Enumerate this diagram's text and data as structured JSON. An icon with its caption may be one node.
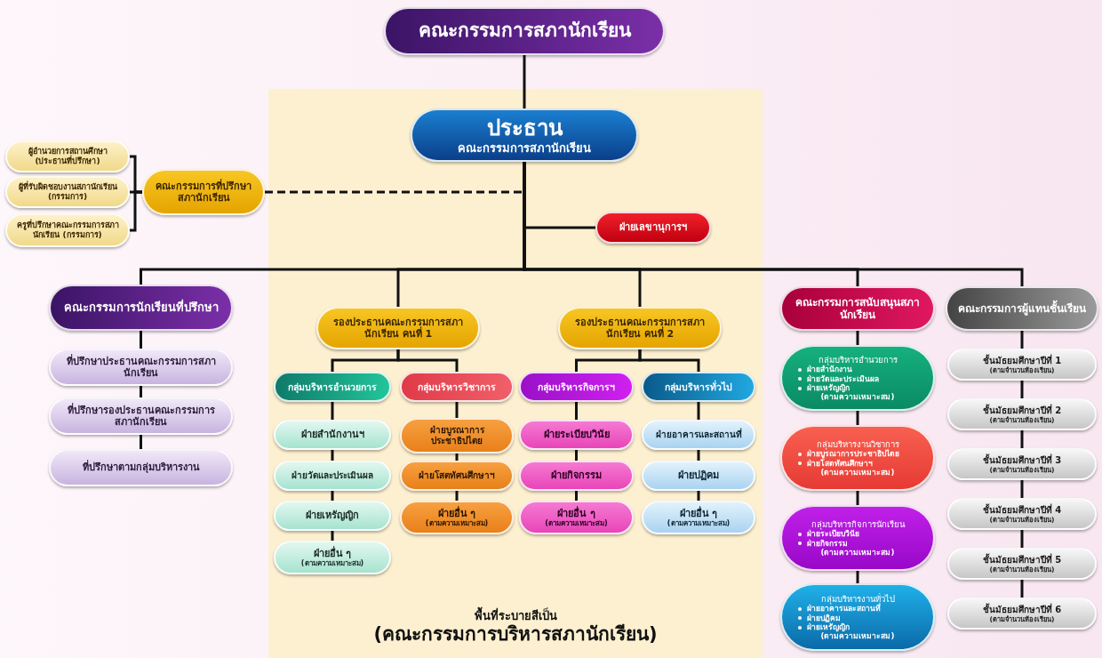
{
  "diagram": {
    "nodes": [
      {
        "text": [
          "คณะกรรมการสภานักเรียน"
        ]
      },
      {
        "text": [
          "พื้นที่ระบายสีเป็น",
          "(คณะกรรมการบริหารสภานักเรียน)"
        ]
      },
      {
        "text": [
          "ประธาน",
          "คณะกรรมการสภานักเรียน"
        ],
        "in": 1
      },
      {
        "text": [
          "คณะกรรมการที่ปรึกษาสภานักเรียน"
        ]
      },
      {
        "text": [
          "ผู้อำนวยการสถานศึกษา (ประธานที่ปรึกษา)"
        ]
      },
      {
        "text": [
          "ผู้ที่รับผิดชอบงานสภานักเรียน (กรรมการ)"
        ]
      },
      {
        "text": [
          "ครูที่ปรึกษาคณะกรรมการสภานักเรียน (กรรมการ)"
        ]
      },
      {
        "text": [
          "ฝ่ายเลขานุการฯ"
        ],
        "in": 1
      },
      {
        "text": [
          "คณะกรรมการนักเรียนที่ปรึกษา"
        ]
      },
      {
        "text": [
          "ที่ปรึกษาประธานคณะกรรมการสภานักเรียน"
        ]
      },
      {
        "text": [
          "ที่ปรึกษารองประธานคณะกรรมการสภานักเรียน"
        ]
      },
      {
        "text": [
          "ที่ปรึกษาตามกลุ่มบริหารงาน"
        ]
      },
      {
        "text": [
          "รองประธานคณะกรรมการสภานักเรียน คนที่ 1"
        ],
        "in": 1
      },
      {
        "text": [
          "รองประธานคณะกรรมการสภานักเรียน คนที่ 2"
        ],
        "in": 1
      },
      {
        "text": [
          "กลุ่มบริหารอำนวยการ"
        ],
        "in": 1
      },
      {
        "text": [
          "กลุ่มบริหารวิชาการ"
        ],
        "in": 1
      },
      {
        "text": [
          "กลุ่มบริหารกิจการฯ"
        ],
        "in": 1
      },
      {
        "text": [
          "กลุ่มบริหารทั่วไป"
        ],
        "in": 1
      },
      {
        "text": [
          "ฝ่ายสำนักงานฯ"
        ],
        "in": 1
      },
      {
        "text": [
          "ฝ่ายวัดและประเมินผล"
        ],
        "in": 1
      },
      {
        "text": [
          "ฝ่ายเหรัญญิก"
        ],
        "in": 1
      },
      {
        "text": [
          "ฝ่ายอื่น ๆ",
          "(ตามความเหมาะสม)"
        ],
        "in": 1
      },
      {
        "text": [
          "ฝ่ายบูรณาการประชาธิปไตย"
        ],
        "in": 1
      },
      {
        "text": [
          "ฝ่ายโสตทัศนศึกษาฯ"
        ],
        "in": 1
      },
      {
        "text": [
          "ฝ่ายอื่น ๆ",
          "(ตามความเหมาะสม)"
        ],
        "in": 1
      },
      {
        "text": [
          "ฝ่ายระเบียบวินัย"
        ],
        "in": 1
      },
      {
        "text": [
          "ฝ่ายกิจกรรม"
        ],
        "in": 1
      },
      {
        "text": [
          "ฝ่ายอื่น ๆ",
          "(ตามความเหมาะสม)"
        ],
        "in": 1
      },
      {
        "text": [
          "ฝ่ายอาคารและสถานที่"
        ],
        "in": 1
      },
      {
        "text": [
          "ฝ่ายปฏิคม"
        ],
        "in": 1
      },
      {
        "text": [
          "ฝ่ายอื่น ๆ",
          "(ตามความเหมาะสม)"
        ],
        "in": 1
      },
      {
        "text": [
          "คณะกรรมการสนับสนุนสภานักเรียน"
        ]
      },
      {
        "text": [
          "กลุ่มบริหารอำนวยการ",
          "ฝ่ายสำนักงาน",
          "ฝ่ายวัดและประเมินผล",
          "ฝ่ายเหรัญญิก",
          "(ตามความเหมาะสม)"
        ]
      },
      {
        "text": [
          "กลุ่มบริหารงานวิชาการ",
          "ฝ่ายบูรณาการประชาธิปไตย",
          "ฝ่ายโสตทัศนศึกษาฯ",
          "(ตามความเหมาะสม)"
        ]
      },
      {
        "text": [
          "กลุ่มบริหารกิจการนักเรียน",
          "ฝ่ายระเบียบวินัย",
          "ฝ่ายกิจกรรม",
          "(ตามความเหมาะสม)"
        ]
      },
      {
        "text": [
          "กลุ่มบริหารงานทั่วไป",
          "ฝ่ายอาคารและสถานที่",
          "ฝ่ายปฏิคม",
          "ฝ่ายเหรัญญิก",
          "(ตามความเหมาะสม)"
        ]
      },
      {
        "text": [
          "คณะกรรมการผู้แทนชั้นเรียน"
        ]
      },
      {
        "text": [
          "ชั้นมัธยมศึกษาปีที่ 1",
          "(ตามจำนวนห้องเรียน)"
        ]
      },
      {
        "text": [
          "ชั้นมัธยมศึกษาปีที่ 2",
          "(ตามจำนวนห้องเรียน)"
        ]
      },
      {
        "text": [
          "ชั้นมัธยมศึกษาปีที่ 3",
          "(ตามจำนวนห้องเรียน)"
        ]
      },
      {
        "text": [
          "ชั้นมัธยมศึกษาปีที่ 4",
          "(ตามจำนวนห้องเรียน)"
        ]
      },
      {
        "text": [
          "ชั้นมัธยมศึกษาปีที่ 5",
          "(ตามจำนวนห้องเรียน)"
        ]
      },
      {
        "text": [
          "ชั้นมัธยมศึกษาปีที่ 6",
          "(ตามจำนวนห้องเรียน)"
        ]
      }
    ],
    "edges": [
      {
        "from": 0,
        "to": 2,
        "arrow": "none"
      },
      {
        "from": 3,
        "to": 2,
        "arrow": "none",
        "style": "dashed"
      },
      {
        "from": 4,
        "to": 3,
        "arrow": "none"
      },
      {
        "from": 5,
        "to": 3,
        "arrow": "none"
      },
      {
        "from": 6,
        "to": 3,
        "arrow": "none"
      },
      {
        "from": 2,
        "to": 7,
        "arrow": "none"
      },
      {
        "from": 2,
        "to": 8,
        "arrow": "none"
      },
      {
        "from": 2,
        "to": 12,
        "arrow": "none"
      },
      {
        "from": 2,
        "to": 13,
        "arrow": "none"
      },
      {
        "from": 2,
        "to": 31,
        "arrow": "none"
      },
      {
        "from": 2,
        "to": 36,
        "arrow": "none"
      },
      {
        "from": 8,
        "to": 9,
        "arrow": "none"
      },
      {
        "from": 9,
        "to": 10,
        "arrow": "none"
      },
      {
        "from": 10,
        "to": 11,
        "arrow": "none"
      },
      {
        "from": 12,
        "to": 14,
        "arrow": "none"
      },
      {
        "from": 12,
        "to": 15,
        "arrow": "none"
      },
      {
        "from": 13,
        "to": 16,
        "arrow": "none"
      },
      {
        "from": 13,
        "to": 17,
        "arrow": "none"
      },
      {
        "from": 14,
        "to": 18,
        "arrow": "none"
      },
      {
        "from": 18,
        "to": 19,
        "arrow": "none"
      },
      {
        "from": 19,
        "to": 20,
        "arrow": "none"
      },
      {
        "from": 20,
        "to": 21,
        "arrow": "none"
      },
      {
        "from": 15,
        "to": 22,
        "arrow": "none"
      },
      {
        "from": 22,
        "to": 23,
        "arrow": "none"
      },
      {
        "from": 23,
        "to": 24,
        "arrow": "none"
      },
      {
        "from": 16,
        "to": 25,
        "arrow": "none"
      },
      {
        "from": 25,
        "to": 26,
        "arrow": "none"
      },
      {
        "from": 26,
        "to": 27,
        "arrow": "none"
      },
      {
        "from": 17,
        "to": 28,
        "arrow": "none"
      },
      {
        "from": 28,
        "to": 29,
        "arrow": "none"
      },
      {
        "from": 29,
        "to": 30,
        "arrow": "none"
      },
      {
        "from": 31,
        "to": 32,
        "arrow": "none"
      },
      {
        "from": 32,
        "to": 33,
        "arrow": "none"
      },
      {
        "from": 33,
        "to": 34,
        "arrow": "none"
      },
      {
        "from": 34,
        "to": 35,
        "arrow": "none"
      },
      {
        "from": 36,
        "to": 37,
        "arrow": "none"
      },
      {
        "from": 37,
        "to": 38,
        "arrow": "none"
      },
      {
        "from": 38,
        "to": 39,
        "arrow": "none"
      },
      {
        "from": 39,
        "to": 40,
        "arrow": "none"
      },
      {
        "from": 40,
        "to": 41,
        "arrow": "none"
      },
      {
        "from": 41,
        "to": 42,
        "arrow": "none"
      }
    ]
  }
}
